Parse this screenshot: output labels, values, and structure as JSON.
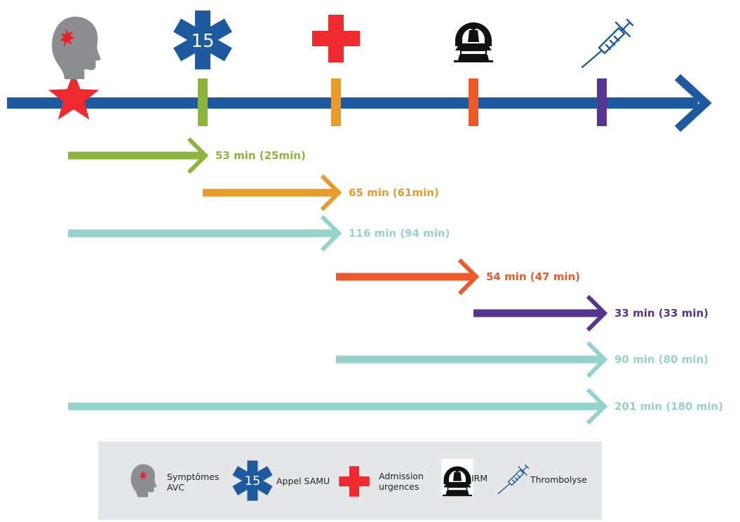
{
  "colors": {
    "timeline": "#1d5aa0",
    "samu_star": "#1d5aa0",
    "event_star": "#ee2a2e",
    "cross": "#ee2a2e",
    "head": "#8b8d91",
    "head_spot": "#e82027",
    "green": "#8db43f",
    "orange": "#e89a2b",
    "teal": "#94d3cb",
    "red_orange": "#ee5a27",
    "purple": "#563592",
    "legend_bg": "#e5e6e8"
  },
  "timeline": {
    "milestones": [
      {
        "key": "symptomes",
        "icon": "head-icon"
      },
      {
        "key": "samu",
        "icon": "samu-star-icon",
        "number": "15",
        "tick_color": "#8db43f"
      },
      {
        "key": "admission",
        "icon": "red-cross-icon",
        "tick_color": "#e89a2b"
      },
      {
        "key": "irm",
        "icon": "mri-scanner-icon",
        "tick_color": "#ee5a27"
      },
      {
        "key": "thrombolyse",
        "icon": "syringe-icon",
        "tick_color": "#563592"
      }
    ]
  },
  "intervals": [
    {
      "from": "symptomes",
      "to": "samu",
      "label": "53 min (25min)",
      "color": "#8db43f"
    },
    {
      "from": "samu",
      "to": "admission",
      "label": "65 min (61min)",
      "color": "#e89a2b"
    },
    {
      "from": "symptomes",
      "to": "admission",
      "label": "116 min (94 min)",
      "color": "#94d3cb"
    },
    {
      "from": "admission",
      "to": "irm",
      "label": "54 min (47 min)",
      "color": "#ee5a27"
    },
    {
      "from": "irm",
      "to": "thrombolyse",
      "label": "33 min (33 min)",
      "color": "#563592"
    },
    {
      "from": "admission",
      "to": "thrombolyse",
      "label": "90 min (80 min)",
      "color": "#94d3cb"
    },
    {
      "from": "symptomes",
      "to": "thrombolyse",
      "label": "201 min (180 min)",
      "color": "#94d3cb"
    }
  ],
  "legend": {
    "symptomes": {
      "line1": "Symptômes",
      "line2": "AVC"
    },
    "samu": {
      "number": "15",
      "label": "Appel SAMU"
    },
    "admission": {
      "line1": "Admission",
      "line2": "urgences"
    },
    "irm": {
      "label": "IRM"
    },
    "thrombolyse": {
      "label": "Thrombolyse"
    }
  }
}
